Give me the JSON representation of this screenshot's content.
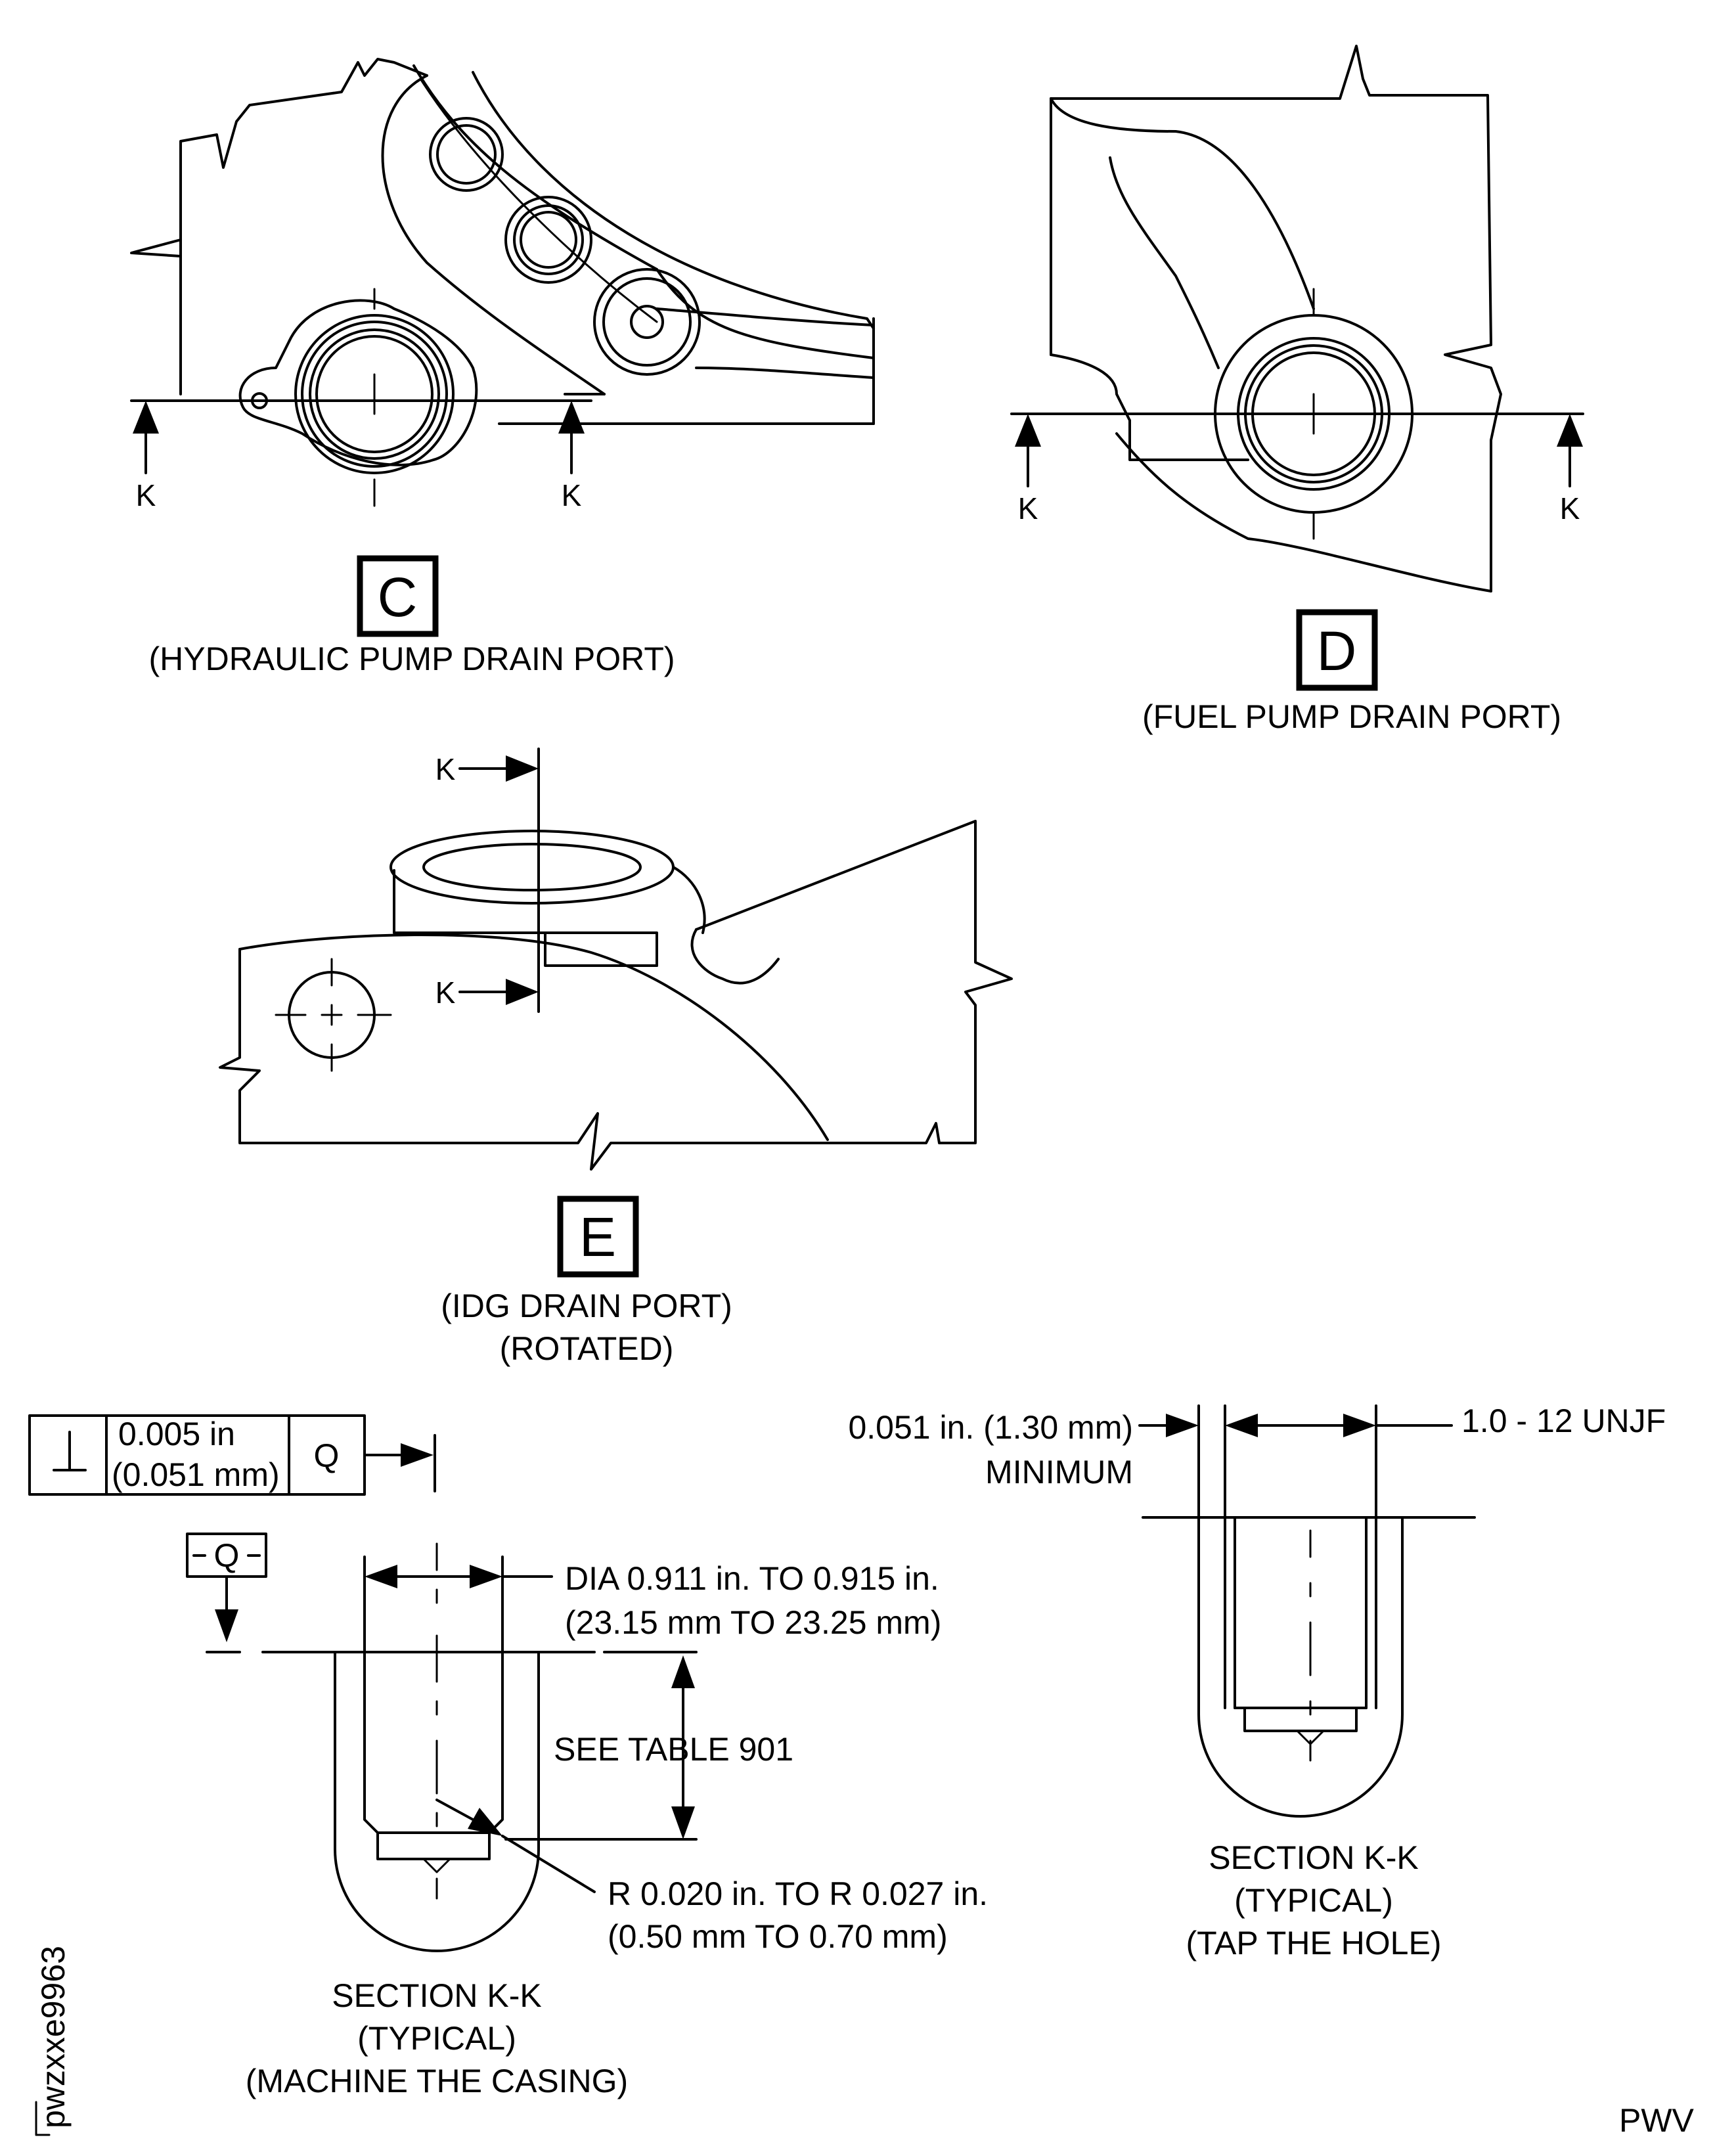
{
  "views": {
    "c": {
      "letter": "C",
      "caption": "(HYDRAULIC PUMP DRAIN PORT)",
      "section_mark": "K"
    },
    "d": {
      "letter": "D",
      "caption": "(FUEL PUMP DRAIN PORT)",
      "section_mark": "K"
    },
    "e": {
      "letter": "E",
      "caption_line1": "(IDG DRAIN PORT)",
      "caption_line2": "(ROTATED)",
      "section_mark": "K"
    }
  },
  "section_machine": {
    "fcf": {
      "symbol": "⊥",
      "tolerance_line1": "0.005 in",
      "tolerance_line2": "(0.051 mm)",
      "datum": "Q"
    },
    "datum_label": "Q",
    "dia_line1": "DIA 0.911 in. TO 0.915 in.",
    "dia_line2": "(23.15 mm TO 23.25 mm)",
    "depth_note": "SEE TABLE 901",
    "radius_line1": "R 0.020 in. TO R 0.027 in.",
    "radius_line2": "(0.50 mm TO 0.70 mm)",
    "title_line1": "SECTION K-K",
    "title_line2": "(TYPICAL)",
    "title_line3": "(MACHINE THE CASING)"
  },
  "section_tap": {
    "min_line1": "0.051 in. (1.30 mm)",
    "min_line2": "MINIMUM",
    "thread": "1.0 - 12 UNJF",
    "title_line1": "SECTION K-K",
    "title_line2": "(TYPICAL)",
    "title_line3": "(TAP THE HOLE)"
  },
  "figure_id": "pwzxxe9963",
  "footer_code": "PWV"
}
